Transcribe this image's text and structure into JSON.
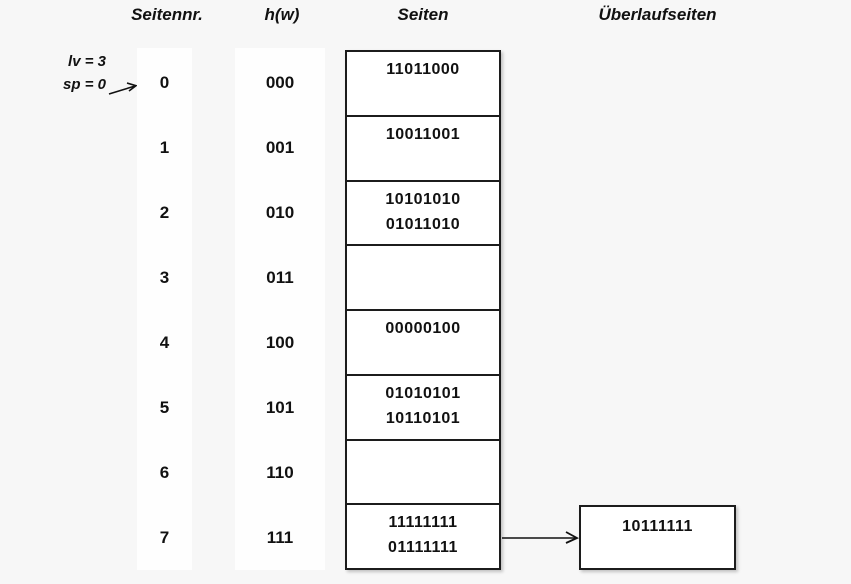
{
  "headers": {
    "seitennr": "Seitennr.",
    "hw": "h(w)",
    "seiten": "Seiten",
    "ueberlauf": "Überlaufseiten"
  },
  "annotation": {
    "line1": "lv = 3",
    "line2": "sp = 0"
  },
  "rows": [
    {
      "page": "0",
      "hash": "000",
      "cell": {
        "line1": "11011000",
        "line2": ""
      }
    },
    {
      "page": "1",
      "hash": "001",
      "cell": {
        "line1": "10011001",
        "line2": ""
      }
    },
    {
      "page": "2",
      "hash": "010",
      "cell": {
        "line1": "10101010",
        "line2": "01011010"
      }
    },
    {
      "page": "3",
      "hash": "011",
      "cell": {
        "line1": "",
        "line2": ""
      }
    },
    {
      "page": "4",
      "hash": "100",
      "cell": {
        "line1": "00000100",
        "line2": ""
      }
    },
    {
      "page": "5",
      "hash": "101",
      "cell": {
        "line1": "01010101",
        "line2": "10110101"
      }
    },
    {
      "page": "6",
      "hash": "110",
      "cell": {
        "line1": "",
        "line2": ""
      }
    },
    {
      "page": "7",
      "hash": "111",
      "cell": {
        "line1": "11111111",
        "line2": "01111111"
      }
    }
  ],
  "overflow": {
    "from_page": "7",
    "line1": "10111111"
  },
  "icons": {
    "annotation_arrow": "arrow-up-right",
    "overflow_arrow": "arrow-right"
  },
  "colors": {
    "background": "#f7f7f7",
    "box_fill": "#ffffff",
    "box_border": "#1c1c1c",
    "text": "#111111"
  }
}
